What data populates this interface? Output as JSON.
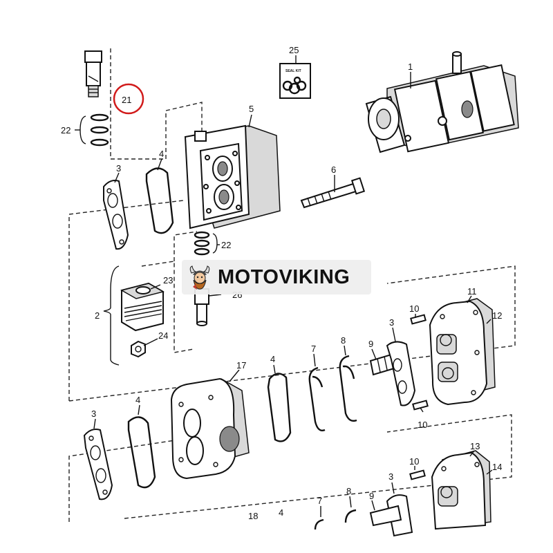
{
  "diagram": {
    "callouts": {
      "c1": "1",
      "c2": "2",
      "c3a": "3",
      "c3b": "3",
      "c3c": "3",
      "c3d": "3",
      "c4a": "4",
      "c4b": "4",
      "c4c": "4",
      "c4d": "4",
      "c5": "5",
      "c6": "6",
      "c7a": "7",
      "c7b": "7",
      "c8a": "8",
      "c8b": "8",
      "c9a": "9",
      "c9b": "9",
      "c10a": "10",
      "c10b": "10",
      "c10c": "10",
      "c11": "11",
      "c12": "12",
      "c13": "13",
      "c14": "14",
      "c17": "17",
      "c18": "18",
      "c21": "21",
      "c22a": "22",
      "c22b": "22",
      "c23": "23",
      "c24": "24",
      "c25": "25",
      "c26": "26"
    },
    "seal_kit_label": "SEAL KIT",
    "highlight_color": "#d11a1a"
  },
  "watermark": {
    "text": "MOTOVIKING",
    "logo_icon": "viking-mascot-icon"
  }
}
